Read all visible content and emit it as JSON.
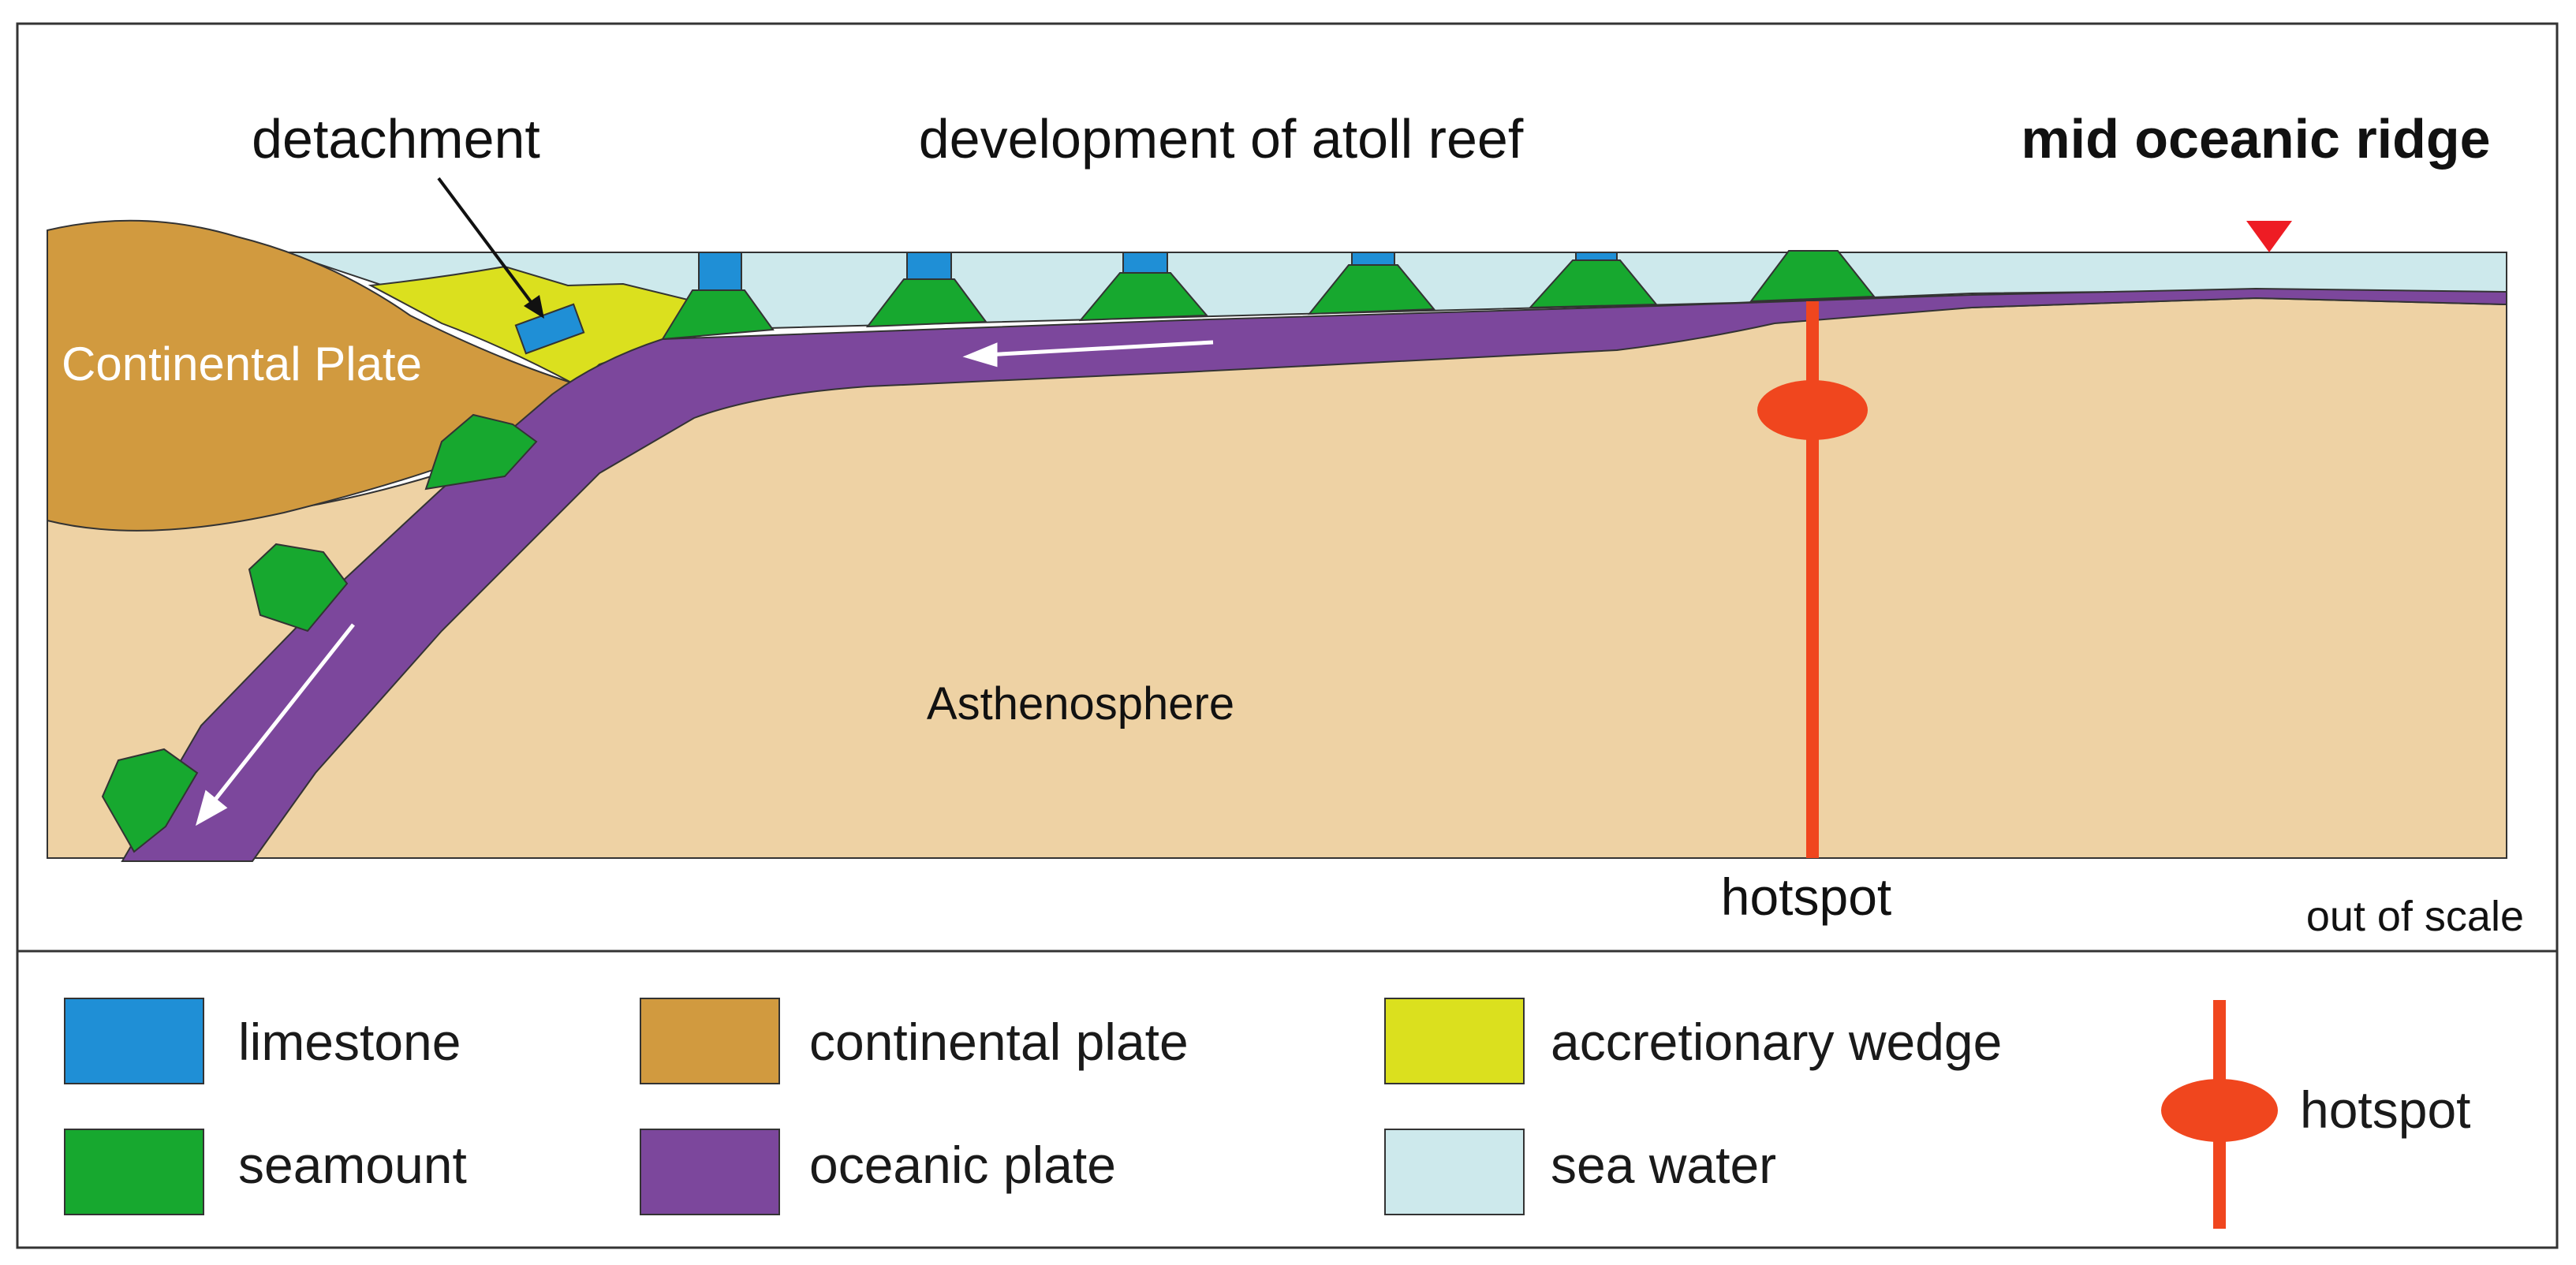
{
  "labels": {
    "detachment": "detachment",
    "atoll": "development of atoll reef",
    "ridge": "mid oceanic ridge",
    "continental": "Continental Plate",
    "asthenosphere": "Asthenosphere",
    "hotspot": "hotspot",
    "scale": "out of scale"
  },
  "legend": [
    {
      "key": "limestone",
      "label": "limestone",
      "color": "#1f8fd6"
    },
    {
      "key": "continental-plate",
      "label": "continental plate",
      "color": "#d19a3f"
    },
    {
      "key": "accretionary-wedge",
      "label": "accretionary wedge",
      "color": "#dbe01e"
    },
    {
      "key": "seamount",
      "label": "seamount",
      "color": "#17a82f"
    },
    {
      "key": "oceanic-plate",
      "label": "oceanic plate",
      "color": "#7c479c"
    },
    {
      "key": "sea-water",
      "label": "sea water",
      "color": "#cde9ec"
    },
    {
      "key": "hotspot",
      "label": "hotspot",
      "color": "#f0461e"
    }
  ],
  "colors": {
    "asthenosphere": "#eed2a4",
    "ridge_marker": "#ee1c24",
    "arrow": "#ffffff",
    "border": "#333333"
  }
}
